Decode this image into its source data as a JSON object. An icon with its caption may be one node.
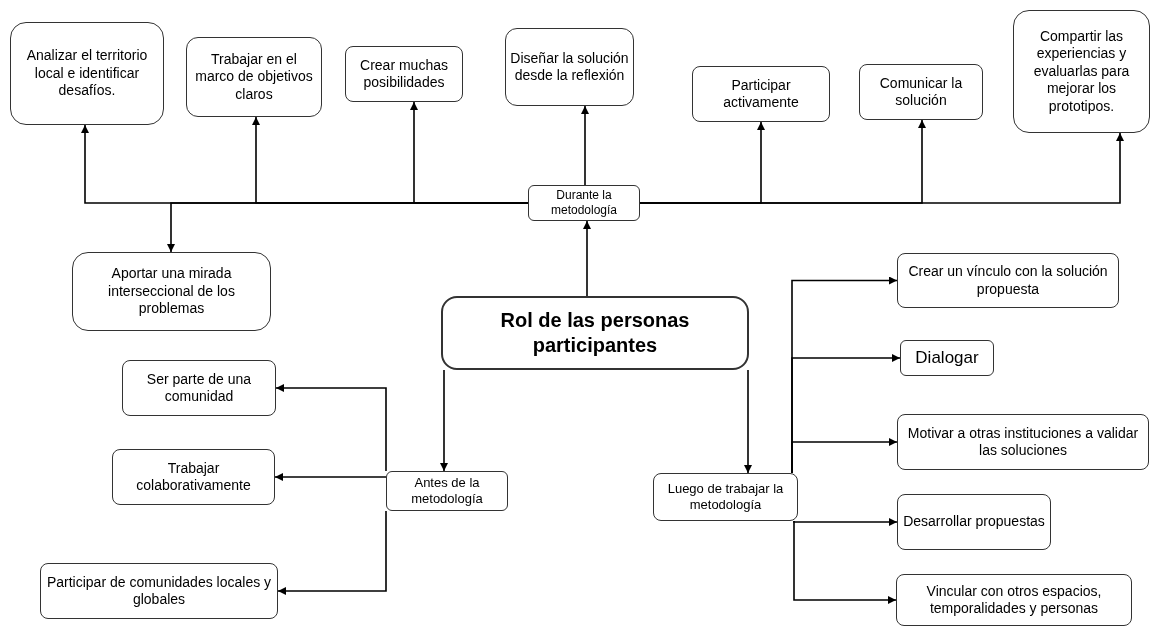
{
  "diagram": {
    "nodes": [
      {
        "text": [
          "Rol de las personas participantes"
        ]
      },
      {
        "text": [
          "Durante la metodología"
        ]
      },
      {
        "text": [
          "Antes de la metodología"
        ]
      },
      {
        "text": [
          "Luego de trabajar la metodología"
        ]
      },
      {
        "text": [
          "Analizar el territorio local e identificar desafíos."
        ]
      },
      {
        "text": [
          "Trabajar en el marco de objetivos claros"
        ]
      },
      {
        "text": [
          "Crear muchas posibilidades"
        ]
      },
      {
        "text": [
          "Diseñar la solución desde la reflexión"
        ]
      },
      {
        "text": [
          "Participar activamente"
        ]
      },
      {
        "text": [
          "Comunicar la solución"
        ]
      },
      {
        "text": [
          "Compartir las experiencias y evaluarlas para mejorar los prototipos."
        ]
      },
      {
        "text": [
          "Aportar una mirada interseccional de los problemas"
        ]
      },
      {
        "text": [
          "Ser parte de una comunidad"
        ]
      },
      {
        "text": [
          "Trabajar colaborativamente"
        ]
      },
      {
        "text": [
          "Participar de comunidades locales y globales"
        ]
      },
      {
        "text": [
          "Crear un vínculo con la solución propuesta"
        ]
      },
      {
        "text": [
          "Dialogar"
        ]
      },
      {
        "text": [
          "Motivar a otras instituciones a validar las soluciones"
        ]
      },
      {
        "text": [
          "Desarrollar propuestas"
        ]
      },
      {
        "text": [
          "Vincular con otros espacios, temporalidades y personas"
        ]
      }
    ],
    "edges": [
      {
        "from": 0,
        "to": 1,
        "arrow": "to"
      },
      {
        "from": 0,
        "to": 2,
        "arrow": "to"
      },
      {
        "from": 0,
        "to": 3,
        "arrow": "to"
      },
      {
        "from": 1,
        "to": 4,
        "arrow": "to"
      },
      {
        "from": 1,
        "to": 5,
        "arrow": "to"
      },
      {
        "from": 1,
        "to": 6,
        "arrow": "to"
      },
      {
        "from": 1,
        "to": 7,
        "arrow": "to"
      },
      {
        "from": 1,
        "to": 8,
        "arrow": "to"
      },
      {
        "from": 1,
        "to": 9,
        "arrow": "to"
      },
      {
        "from": 1,
        "to": 10,
        "arrow": "to"
      },
      {
        "from": 1,
        "to": 11,
        "arrow": "to"
      },
      {
        "from": 2,
        "to": 12,
        "arrow": "to"
      },
      {
        "from": 2,
        "to": 13,
        "arrow": "to"
      },
      {
        "from": 2,
        "to": 14,
        "arrow": "to"
      },
      {
        "from": 3,
        "to": 15,
        "arrow": "to"
      },
      {
        "from": 3,
        "to": 16,
        "arrow": "to"
      },
      {
        "from": 3,
        "to": 17,
        "arrow": "to"
      },
      {
        "from": 3,
        "to": 18,
        "arrow": "to"
      },
      {
        "from": 3,
        "to": 19,
        "arrow": "to"
      }
    ]
  }
}
